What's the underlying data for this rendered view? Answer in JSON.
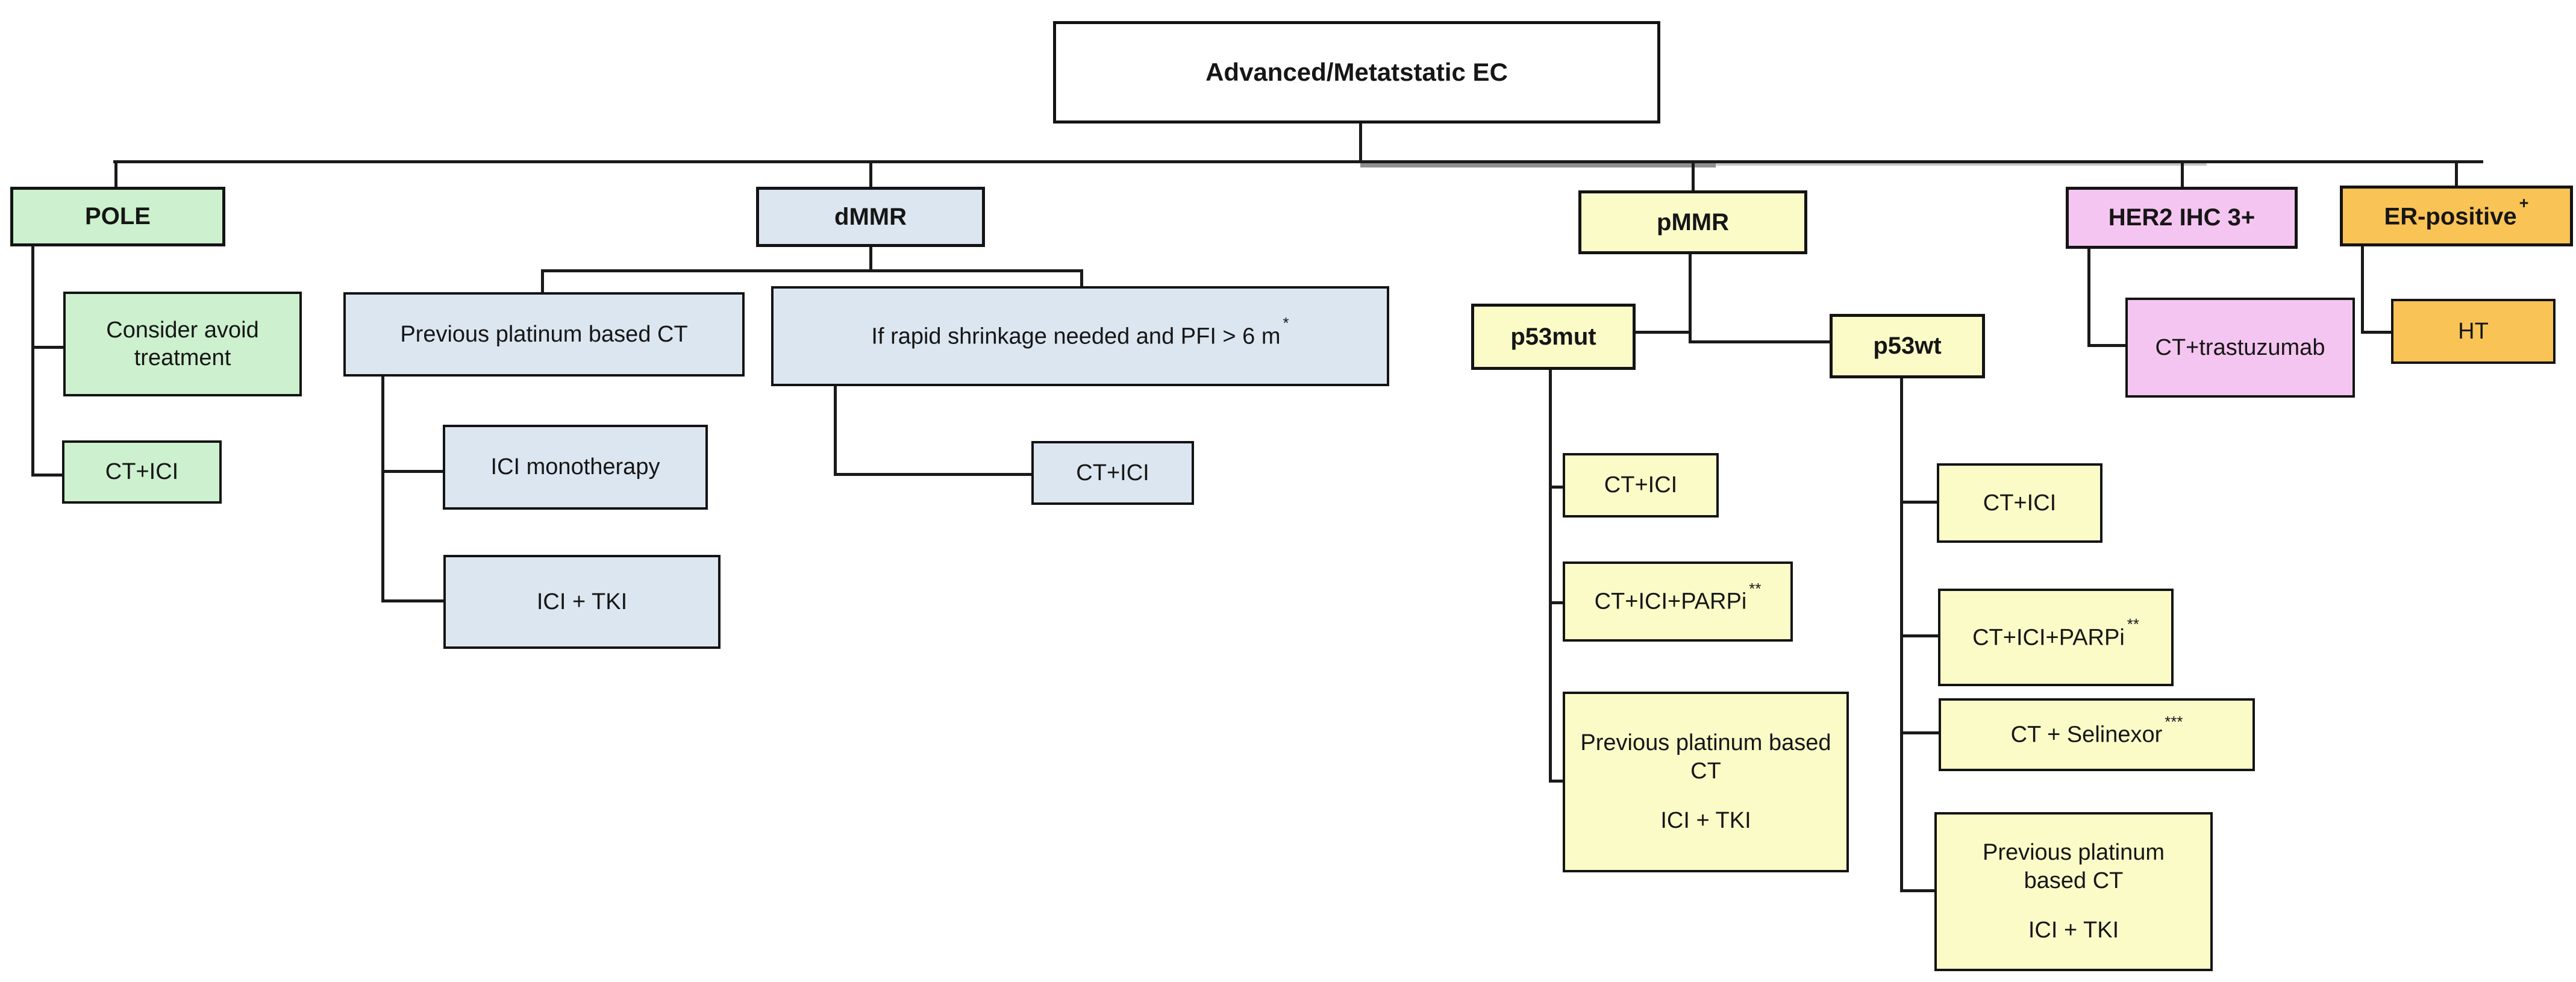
{
  "palette": {
    "green": "#CDF0CE",
    "blue": "#DCE6F1",
    "yellow": "#FBFBC8",
    "pink": "#F5C5F1",
    "orange": "#F9C355",
    "root_fill": "#FFFFFF",
    "line": "#1A1A1A",
    "border": "#141414",
    "text": "#161616",
    "background": "#FFFFFF"
  },
  "root": {
    "label": "Advanced/Metatstatic EC"
  },
  "branches": {
    "pole": {
      "label": "POLE",
      "children": {
        "consider": {
          "label": "Consider avoid treatment"
        },
        "ct_ici": {
          "label": "CT+ICI"
        }
      }
    },
    "dmmr": {
      "label": "dMMR",
      "children": {
        "prev_platinum": {
          "label": "Previous platinum based CT",
          "children": {
            "ici_mono": {
              "label": "ICI monotherapy"
            },
            "ici_tki": {
              "label": "ICI + TKI"
            }
          }
        },
        "rapid_shrinkage": {
          "label": "If rapid shrinkage needed and PFI > 6 m",
          "sup": "*",
          "children": {
            "ct_ici": {
              "label": "CT+ICI"
            }
          }
        }
      }
    },
    "pmmr": {
      "label": "pMMR",
      "children": {
        "p53mut": {
          "label": "p53mut",
          "children": {
            "ct_ici": {
              "label": "CT+ICI"
            },
            "ct_ici_parpi": {
              "label": "CT+ICI+PARPi",
              "sup": "**"
            },
            "prev_plat_ici_tki": {
              "line1": "Previous platinum based CT",
              "line2": "ICI + TKI"
            }
          }
        },
        "p53wt": {
          "label": "p53wt",
          "children": {
            "ct_ici": {
              "label": "CT+ICI"
            },
            "ct_ici_parpi": {
              "label": "CT+ICI+PARPi",
              "sup": "**"
            },
            "ct_selinexor": {
              "label": "CT + Selinexor",
              "sup": "***"
            },
            "prev_plat_ici_tki": {
              "line1": "Previous platinum based CT",
              "line2": "ICI + TKI"
            }
          }
        }
      }
    },
    "her2": {
      "label": "HER2 IHC 3+",
      "children": {
        "ct_trastuzumab": {
          "label": "CT+trastuzumab"
        }
      }
    },
    "er": {
      "label": "ER-positive",
      "sup": "+",
      "children": {
        "ht": {
          "label": "HT"
        }
      }
    }
  }
}
